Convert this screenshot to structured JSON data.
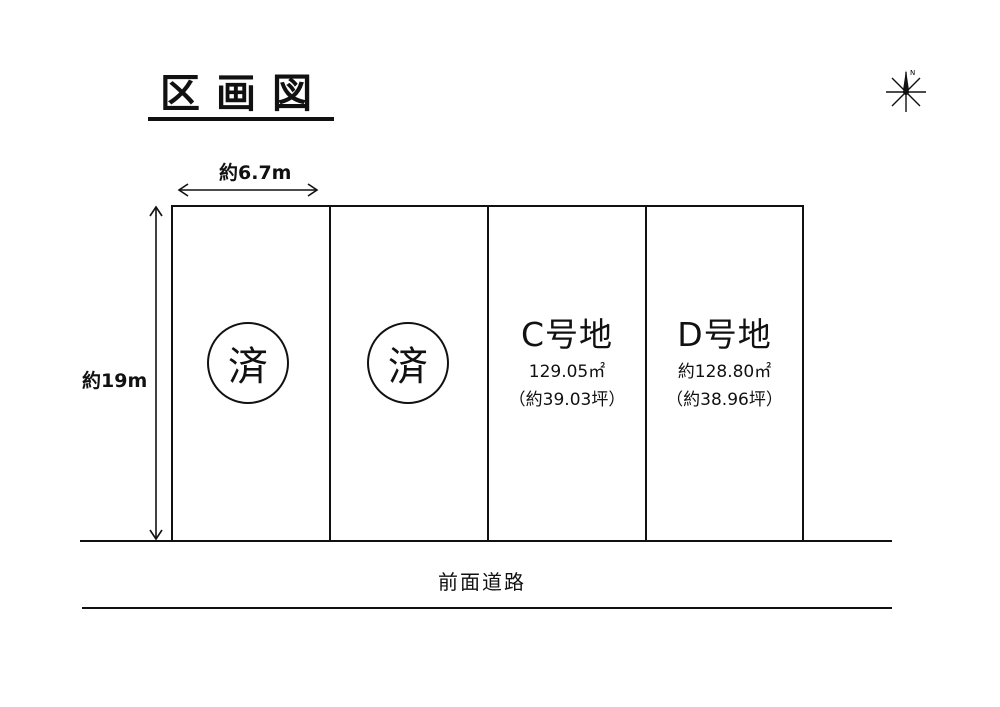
{
  "title": "区画図",
  "dimensions": {
    "width": "約6.7m",
    "depth": "約19m"
  },
  "lots": [
    {
      "status": "済"
    },
    {
      "status": "済"
    },
    {
      "name": "C号地",
      "area_m2": "129.05㎡",
      "area_tsubo": "（約39.03坪）"
    },
    {
      "name": "D号地",
      "area_m2": "約128.80㎡",
      "area_tsubo": "（約38.96坪）"
    }
  ],
  "road": "前面道路",
  "icons": {
    "compass": "compass-icon"
  }
}
